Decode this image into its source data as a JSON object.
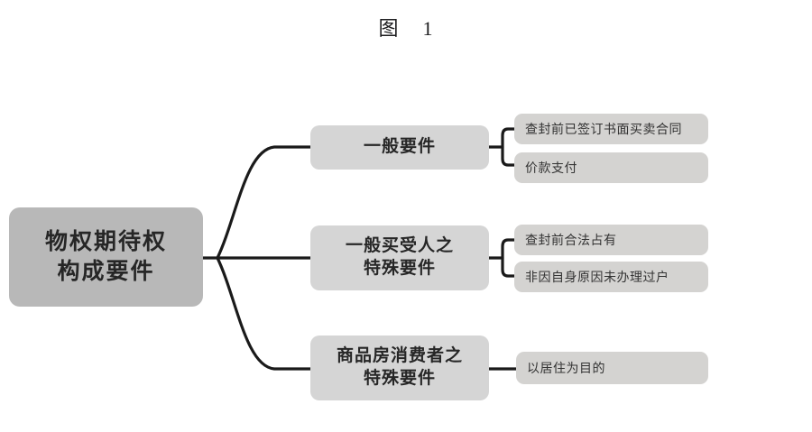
{
  "figure": {
    "title": "图    1",
    "colors": {
      "root_fill": "#b8b8b8",
      "branch_fill": "#d5d5d5",
      "leaf_fill": "#d4d3d1",
      "connector": "#1a1a1a",
      "text": "#262626",
      "background": "#ffffff"
    }
  },
  "tree": {
    "root": {
      "line1": "物权期待权",
      "line2": "构成要件"
    },
    "branches": [
      {
        "label_line1": "一般要件",
        "label_line2": "",
        "leaves": [
          {
            "label": "查封前已签订书面买卖合同"
          },
          {
            "label": "价款支付"
          }
        ]
      },
      {
        "label_line1": "一般买受人之",
        "label_line2": "特殊要件",
        "leaves": [
          {
            "label": "查封前合法占有"
          },
          {
            "label": "非因自身原因未办理过户"
          }
        ]
      },
      {
        "label_line1": "商品房消费者之",
        "label_line2": "特殊要件",
        "leaves": [
          {
            "label": "以居住为目的"
          }
        ]
      }
    ]
  }
}
